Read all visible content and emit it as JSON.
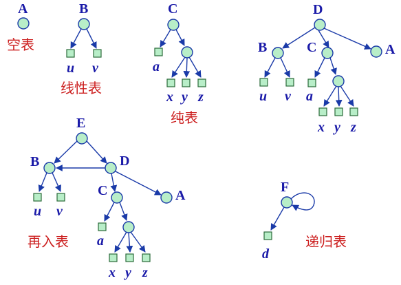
{
  "diagram": {
    "A": {
      "label": "A",
      "caption": "空表"
    },
    "B": {
      "label": "B",
      "leaves": [
        "u",
        "v"
      ],
      "caption": "线性表"
    },
    "C": {
      "label": "C",
      "leaf_a": "a",
      "leaves": [
        "x",
        "y",
        "z"
      ],
      "caption": "纯表"
    },
    "D": {
      "labels": [
        "D",
        "B",
        "C",
        "A"
      ],
      "leaves_b": [
        "u",
        "v"
      ],
      "leaf_a": "a",
      "leaves_c": [
        "x",
        "y",
        "z"
      ]
    },
    "E": {
      "labels": [
        "E",
        "B",
        "D",
        "C",
        "A"
      ],
      "leaves_b": [
        "u",
        "v"
      ],
      "leaf_a": "a",
      "leaves_c": [
        "x",
        "y",
        "z"
      ],
      "caption": "再入表"
    },
    "F": {
      "label": "F",
      "leaf": "d",
      "caption": "递归表"
    }
  },
  "colors": {
    "edge": "#1a3aa8",
    "node_fill": "#b8eec8",
    "label": "#1a1aa8",
    "caption": "#cc1f1f"
  }
}
